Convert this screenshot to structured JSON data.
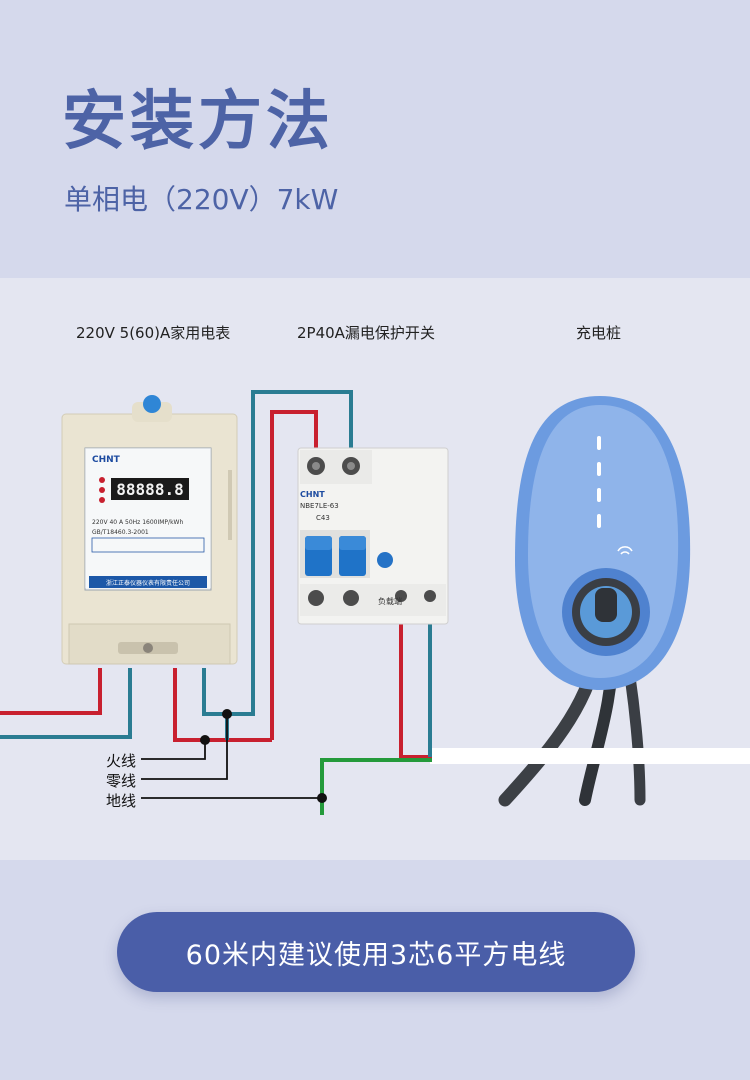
{
  "header": {
    "title": "安装方法",
    "subtitle": "单相电（220V）7kW"
  },
  "devices": {
    "meter_label": "220V  5(60)A家用电表",
    "breaker_label": "2P40A漏电保护开关",
    "charger_label": "充电桩"
  },
  "wires": {
    "live": "火线",
    "neutral": "零线",
    "ground": "地线"
  },
  "meter_face": {
    "brand": "CHNT",
    "display": "88888.8",
    "specs": "220V  40 A  50Hz  1600IMP/kWh",
    "standard": "GB/T18460.3-2001",
    "maker": "浙江正泰仪器仪表有限责任公司"
  },
  "breaker_face": {
    "brand": "CHNT",
    "model": "NBE7LE-63",
    "rating": "C43",
    "load_text": "负载端"
  },
  "footer": {
    "note": "60米内建议使用3芯6平方电线"
  },
  "colors": {
    "live": "#c8202f",
    "neutral": "#2a7c92",
    "ground": "#249a3b",
    "accent": "#4a5ea8"
  }
}
